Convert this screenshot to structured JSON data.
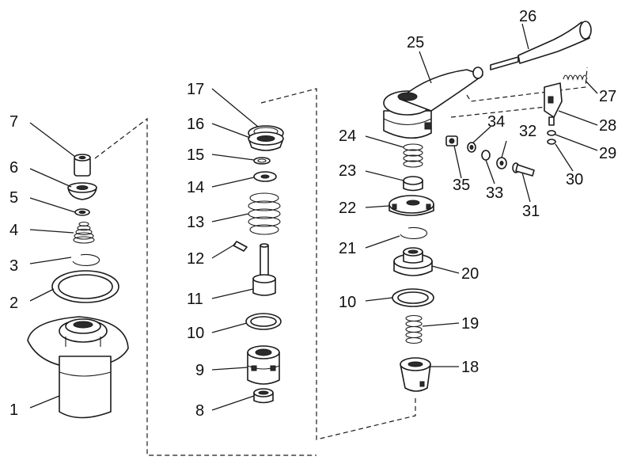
{
  "labels": {
    "p1": "1",
    "p2": "2",
    "p3": "3",
    "p4": "4",
    "p5": "5",
    "p6": "6",
    "p7": "7",
    "p8": "8",
    "p9": "9",
    "p10a": "10",
    "p11": "11",
    "p12": "12",
    "p13": "13",
    "p14": "14",
    "p15": "15",
    "p16": "16",
    "p17": "17",
    "p10b": "10",
    "p18": "18",
    "p19": "19",
    "p20": "20",
    "p21": "21",
    "p22": "22",
    "p23": "23",
    "p24": "24",
    "p25": "25",
    "p26": "26",
    "p27": "27",
    "p28": "28",
    "p29": "29",
    "p30": "30",
    "p31": "31",
    "p32": "32",
    "p33": "33",
    "p34": "34",
    "p35": "35"
  },
  "colors": {
    "line": "#1a1a1a",
    "background": "#ffffff"
  }
}
